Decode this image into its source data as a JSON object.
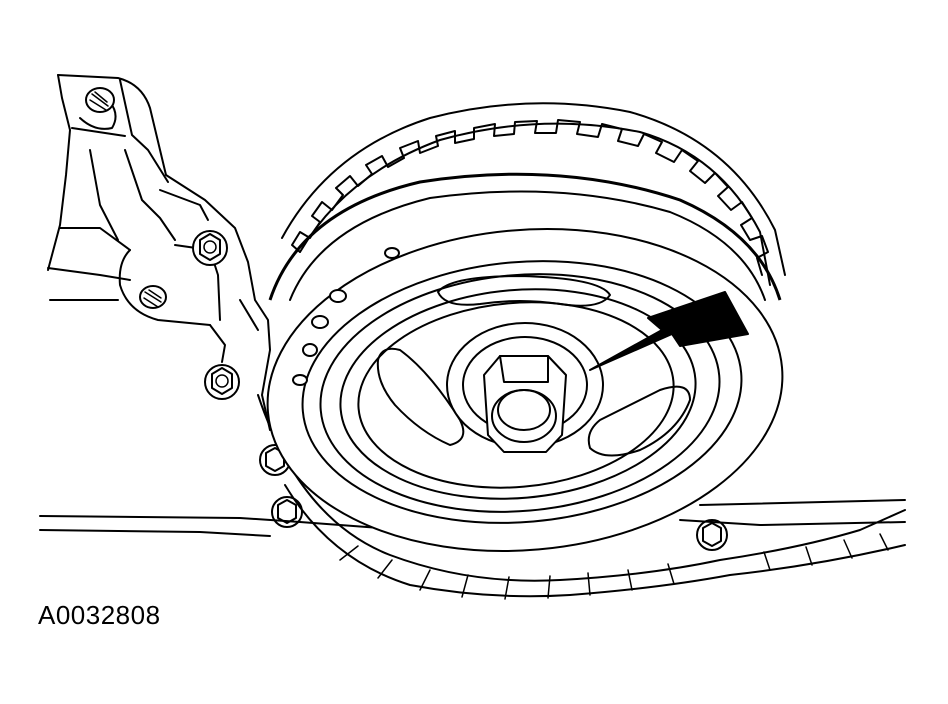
{
  "figure": {
    "id_label": "A0032808"
  },
  "components": [
    "engine-block-bracket",
    "timing-belt",
    "crankshaft-pulley",
    "crankshaft-bolt",
    "direction-arrow"
  ],
  "colors": {
    "ink": "#000000",
    "paper": "#ffffff"
  }
}
